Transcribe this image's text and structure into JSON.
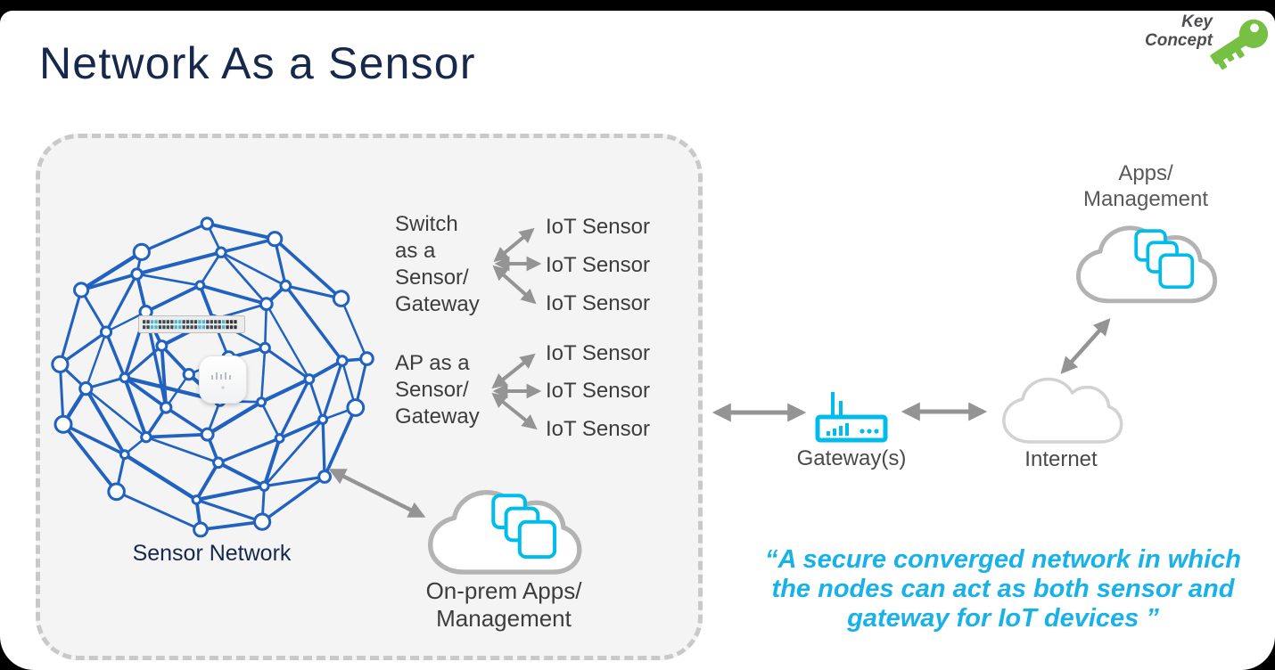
{
  "slide_title": "Network As a Sensor",
  "key_concept": {
    "line1": "Key",
    "line2": "Concept",
    "icon": "key-icon"
  },
  "sensor_box": {
    "network_label": "Sensor Network",
    "switch_group": {
      "line1": "Switch",
      "line2": "as a",
      "line3": "Sensor/",
      "line4": "Gateway",
      "sensor1": "IoT Sensor",
      "sensor2": "IoT Sensor",
      "sensor3": "IoT Sensor"
    },
    "ap_group": {
      "line1": "AP as a",
      "line2": "Sensor/",
      "line3": "Gateway",
      "sensor1": "IoT Sensor",
      "sensor2": "IoT Sensor",
      "sensor3": "IoT Sensor"
    },
    "onprem_cloud": {
      "line1": "On-prem Apps/",
      "line2": "Management",
      "icon": "cloud-apps-icon"
    }
  },
  "wan": {
    "gateway_label": "Gateway(s)",
    "gateway_icon": "wireless-router-icon",
    "internet_label": "Internet",
    "internet_icon": "cloud-icon",
    "apps_cloud": {
      "line1": "Apps/",
      "line2": "Management",
      "icon": "cloud-apps-icon"
    }
  },
  "quote": {
    "line1": "“A secure converged network in which",
    "line2": "the nodes can act as both sensor and",
    "line3": "gateway for IoT devices ”"
  },
  "colors": {
    "accent_cyan": "#00bceb",
    "mesh_blue": "#2161c0",
    "title_navy": "#16294d",
    "key_green": "#76c043",
    "quote_cyan": "#18b2e8",
    "arrow_grey": "#949494",
    "box_fill": "#f4f4f4",
    "box_dash": "#c9c9c9"
  }
}
